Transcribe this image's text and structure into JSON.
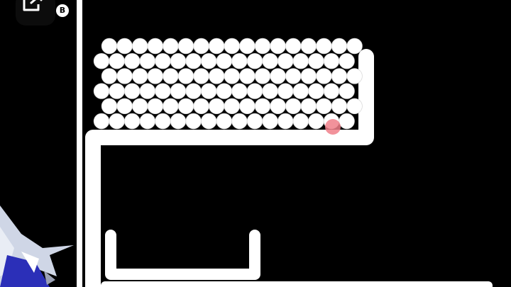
{
  "ui": {
    "exit_icon": "exit-icon",
    "hotkey_badge": "B",
    "colors": {
      "background": "#000000",
      "wall": "#ffffff",
      "ball": "#ffffff",
      "ball_outline": "#d9d9d9",
      "highlight_ball": "#f07f8a"
    }
  },
  "level": {
    "ball_rows": 6,
    "balls_per_row_even": 17,
    "balls_per_row_odd": 17,
    "highlighted_ball": {
      "row": 5,
      "index": 15
    }
  }
}
